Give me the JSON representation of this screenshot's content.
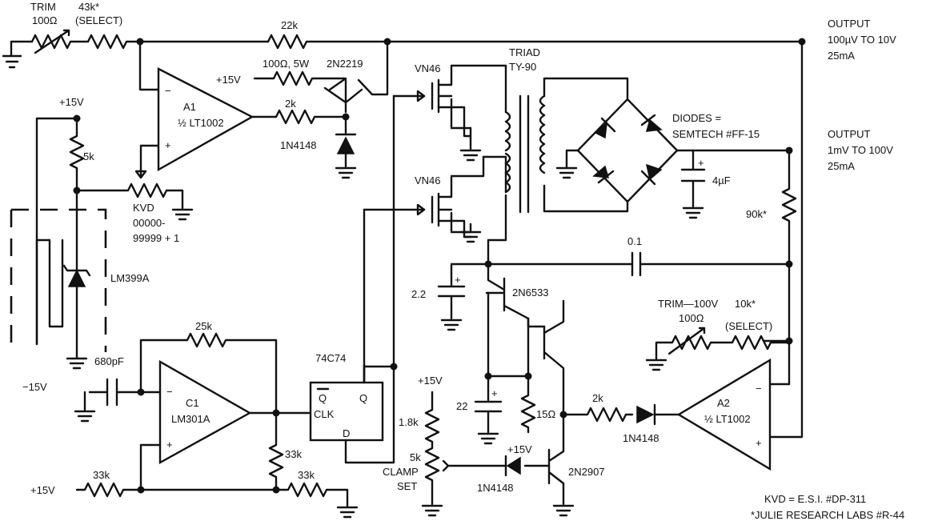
{
  "labels": {
    "trim_top": "TRIM",
    "trim_top_value": "100Ω",
    "r43k": "43k*",
    "r43k_select": "(SELECT)",
    "r22k": "22k",
    "r100_5w": "100Ω, 5W",
    "plus15_a": "+15V",
    "q_2n2219": "2N2219",
    "r2k_top": "2k",
    "d_1n4148_top": "1N4148",
    "a1_name": "A1",
    "a1_part": "½ LT1002",
    "plus15_left": "+15V",
    "r5k": "5k",
    "kvd_name": "KVD",
    "kvd_range1": "00000-",
    "kvd_range2": "99999 + 1",
    "lm399": "LM399A",
    "minus15": "−15V",
    "c680": "680pF",
    "r25k": "25k",
    "c1_name": "C1",
    "c1_part": "LM301A",
    "r33k_a": "33k",
    "r33k_b": "33k",
    "r33k_c": "33k",
    "plus15_bottom": "+15V",
    "ff_name": "74C74",
    "ff_q": "Q",
    "ff_qbar": "Q",
    "ff_clk": "CLK",
    "ff_d": "D",
    "vn46_a": "VN46",
    "vn46_b": "VN46",
    "triad1": "TRIAD",
    "triad2": "TY-90",
    "diodes1": "DIODES =",
    "diodes2": "SEMTECH #FF-15",
    "c4uf": "4µF",
    "out1_a": "OUTPUT",
    "out1_b": "100µV TO 10V",
    "out1_c": "25mA",
    "out2_a": "OUTPUT",
    "out2_b": "1mV TO 100V",
    "out2_c": "25mA",
    "r90k": "90k*",
    "c01": "0.1",
    "c22": "2.2",
    "q_2n6533": "2N6533",
    "trim100v": "TRIM—100V",
    "trim100v_value": "100Ω",
    "r10k": "10k*",
    "r10k_select": "(SELECT)",
    "plus15_c": "+15V",
    "r18k": "1.8k",
    "clamp_value": "5k",
    "clamp1": "CLAMP",
    "clamp2": "SET",
    "c22uf": "22",
    "r15": "15Ω",
    "plus15_d": "+15V",
    "r2k_b": "2k",
    "d_1n4148_b": "1N4148",
    "d_1n4148_c": "1N4148",
    "q_2n2907": "2N2907",
    "a2_name": "A2",
    "a2_part": "½ LT1002",
    "foot1": "KVD = E.S.I. #DP-311",
    "foot2": "*JULIE RESEARCH LABS #R-44"
  }
}
